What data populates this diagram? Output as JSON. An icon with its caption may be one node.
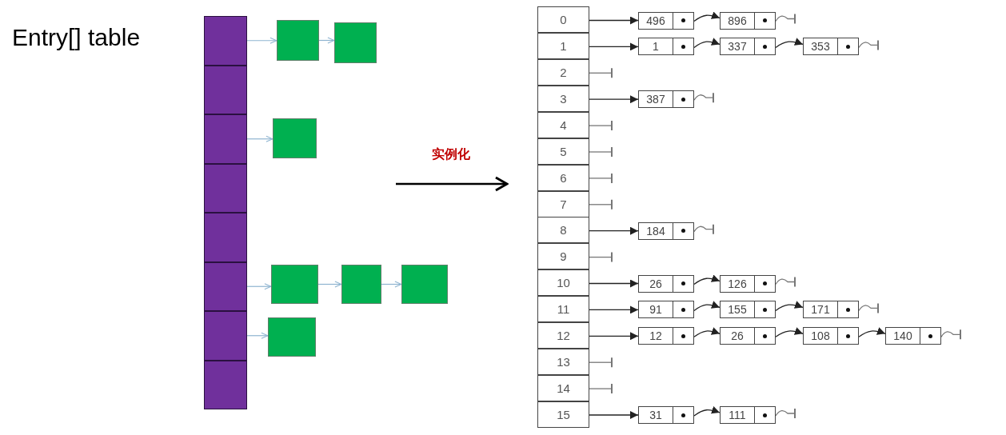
{
  "diagram": {
    "nodes": [
      {
        "text": [],
        "shape": "box"
      },
      {
        "text": [],
        "shape": "box"
      },
      {
        "text": [],
        "shape": "box"
      },
      {
        "text": [],
        "shape": "box"
      },
      {
        "text": [],
        "shape": "box"
      },
      {
        "text": [],
        "shape": "box"
      },
      {
        "text": [],
        "shape": "box"
      },
      {
        "text": [],
        "shape": "box"
      },
      {
        "text": [],
        "shape": "box"
      },
      {
        "text": [],
        "shape": "box"
      },
      {
        "text": [],
        "shape": "box"
      },
      {
        "text": [],
        "shape": "box"
      },
      {
        "text": [],
        "shape": "box"
      },
      {
        "text": [],
        "shape": "box"
      },
      {
        "text": [],
        "shape": "box"
      },
      {
        "text": [
          "0"
        ]
      },
      {
        "text": [
          "1"
        ]
      },
      {
        "text": [
          "2"
        ]
      },
      {
        "text": [
          "3"
        ]
      },
      {
        "text": [
          "4"
        ]
      },
      {
        "text": [
          "5"
        ]
      },
      {
        "text": [
          "6"
        ]
      },
      {
        "text": [
          "7"
        ]
      },
      {
        "text": [
          "8"
        ]
      },
      {
        "text": [
          "9"
        ]
      },
      {
        "text": [
          "10"
        ]
      },
      {
        "text": [
          "11"
        ]
      },
      {
        "text": [
          "12"
        ]
      },
      {
        "text": [
          "13"
        ]
      },
      {
        "text": [
          "14"
        ]
      },
      {
        "text": [
          "15"
        ]
      },
      {
        "text": [
          "496"
        ]
      },
      {
        "text": [
          "896"
        ]
      },
      {
        "text": [
          "1"
        ]
      },
      {
        "text": [
          "337"
        ]
      },
      {
        "text": [
          "353"
        ]
      },
      {
        "text": [
          "387"
        ]
      },
      {
        "text": [
          "184"
        ]
      },
      {
        "text": [
          "26"
        ]
      },
      {
        "text": [
          "126"
        ]
      },
      {
        "text": [
          "91"
        ]
      },
      {
        "text": [
          "155"
        ]
      },
      {
        "text": [
          "171"
        ]
      },
      {
        "text": [
          "12"
        ]
      },
      {
        "text": [
          "26"
        ]
      },
      {
        "text": [
          "108"
        ]
      },
      {
        "text": [
          "140"
        ]
      },
      {
        "text": [
          "31"
        ]
      },
      {
        "text": [
          "111"
        ]
      }
    ],
    "edges": [
      {
        "from": 0,
        "to": 8,
        "arrow": "to",
        "color": "#8eb4d0"
      },
      {
        "from": 8,
        "to": 9,
        "arrow": "to",
        "color": "#8eb4d0"
      },
      {
        "from": 2,
        "to": 10,
        "arrow": "to",
        "color": "#8eb4d0"
      },
      {
        "from": 5,
        "to": 11,
        "arrow": "to",
        "color": "#8eb4d0"
      },
      {
        "from": 11,
        "to": 12,
        "arrow": "to",
        "color": "#8eb4d0"
      },
      {
        "from": 12,
        "to": 13,
        "arrow": "to",
        "color": "#8eb4d0"
      },
      {
        "from": 6,
        "to": 14,
        "arrow": "to",
        "color": "#8eb4d0"
      },
      {
        "from": 15,
        "to": 31,
        "arrow": "to"
      },
      {
        "from": 31,
        "to": 32,
        "arrow": "to"
      },
      {
        "from": 32,
        "to": null,
        "arrow": "other"
      },
      {
        "from": 16,
        "to": 33,
        "arrow": "to"
      },
      {
        "from": 33,
        "to": 34,
        "arrow": "to"
      },
      {
        "from": 34,
        "to": 35,
        "arrow": "to"
      },
      {
        "from": 35,
        "to": null,
        "arrow": "other"
      },
      {
        "from": 17,
        "to": null,
        "arrow": "other"
      },
      {
        "from": 18,
        "to": 36,
        "arrow": "to"
      },
      {
        "from": 36,
        "to": null,
        "arrow": "other"
      },
      {
        "from": 19,
        "to": null,
        "arrow": "other"
      },
      {
        "from": 20,
        "to": null,
        "arrow": "other"
      },
      {
        "from": 21,
        "to": null,
        "arrow": "other"
      },
      {
        "from": 22,
        "to": null,
        "arrow": "other"
      },
      {
        "from": 23,
        "to": 37,
        "arrow": "to"
      },
      {
        "from": 37,
        "to": null,
        "arrow": "other"
      },
      {
        "from": 24,
        "to": null,
        "arrow": "other"
      },
      {
        "from": 25,
        "to": 38,
        "arrow": "to"
      },
      {
        "from": 38,
        "to": 39,
        "arrow": "to"
      },
      {
        "from": 39,
        "to": null,
        "arrow": "other"
      },
      {
        "from": 26,
        "to": 40,
        "arrow": "to"
      },
      {
        "from": 40,
        "to": 41,
        "arrow": "to"
      },
      {
        "from": 41,
        "to": 42,
        "arrow": "to"
      },
      {
        "from": 42,
        "to": null,
        "arrow": "other"
      },
      {
        "from": 27,
        "to": 43,
        "arrow": "to"
      },
      {
        "from": 43,
        "to": 44,
        "arrow": "to"
      },
      {
        "from": 44,
        "to": 45,
        "arrow": "to"
      },
      {
        "from": 45,
        "to": 46,
        "arrow": "to"
      },
      {
        "from": 46,
        "to": null,
        "arrow": "other"
      },
      {
        "from": 28,
        "to": null,
        "arrow": "other"
      },
      {
        "from": 29,
        "to": null,
        "arrow": "other"
      },
      {
        "from": 30,
        "to": 47,
        "arrow": "to"
      },
      {
        "from": 47,
        "to": 48,
        "arrow": "to"
      },
      {
        "from": 48,
        "to": null,
        "arrow": "other"
      }
    ],
    "labels": [
      "Entry[] table",
      "实例化"
    ]
  }
}
